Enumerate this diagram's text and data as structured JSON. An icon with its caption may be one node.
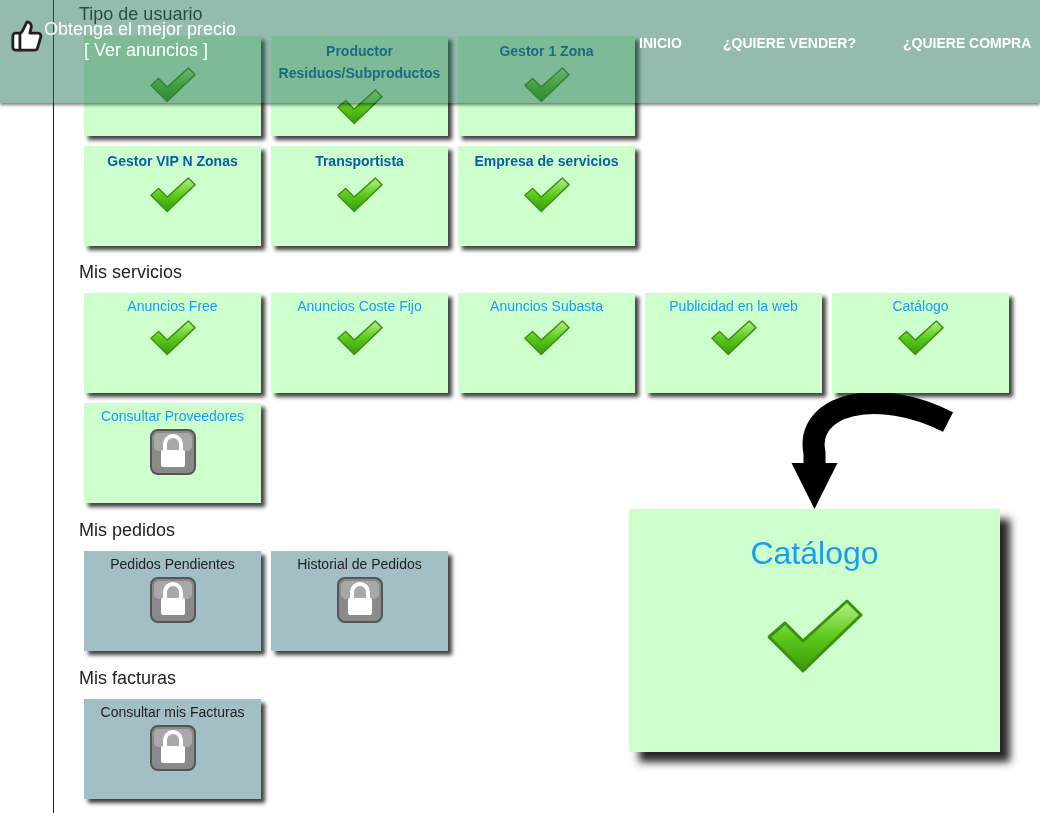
{
  "diagram": {
    "nodes": [
      {
        "text": [],
        "shape": "box"
      },
      {
        "text": [
          "Productor Residuos/Subproductos"
        ]
      },
      {
        "text": [
          "Gestor 1 Zona"
        ]
      },
      {
        "text": [
          "Gestor VIP N Zonas"
        ]
      },
      {
        "text": [
          "Transportista"
        ]
      },
      {
        "text": [
          "Empresa de servicios"
        ]
      },
      {
        "text": [
          "Anuncios Free"
        ]
      },
      {
        "text": [
          "Anuncios Coste Fijo"
        ]
      },
      {
        "text": [
          "Anuncios Subasta"
        ]
      },
      {
        "text": [
          "Publicidad en la web"
        ]
      },
      {
        "text": [
          "Catálogo"
        ]
      },
      {
        "text": [
          "Consultar Proveedores"
        ]
      },
      {
        "text": [
          "Pedidos Pendientes"
        ]
      },
      {
        "text": [
          "Historial de Pedidos"
        ]
      },
      {
        "text": [
          "Consultar mis Facturas"
        ]
      },
      {
        "text": [
          "Catálogo"
        ]
      }
    ],
    "edges": [
      {
        "from": null,
        "to": 15,
        "arrow": "to"
      }
    ],
    "labels": [
      "Tipo de usuario",
      "Obtenga el mejor precio",
      "[ Ver anuncios ]",
      "INICIO",
      "¿QUIERE VENDER?",
      "¿QUIERE COMPRA",
      "Mis servicios",
      "Mis pedidos",
      "Mis facturas"
    ]
  }
}
